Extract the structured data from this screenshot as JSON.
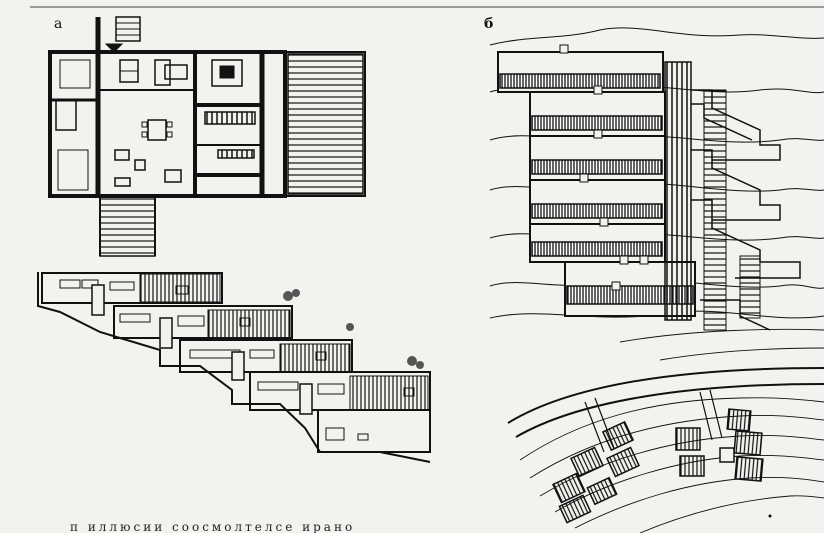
{
  "labels": {
    "panel_a": "а",
    "panel_b": "б"
  },
  "caption": "п  иллюсии  соосмолтелсе  ирано",
  "colors": {
    "ink": "#111111",
    "paper": "#f4f2ee"
  }
}
